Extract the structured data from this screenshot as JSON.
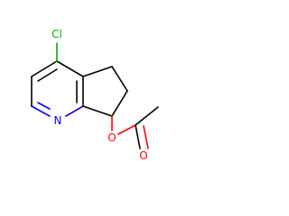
{
  "molecule": {
    "atoms": {
      "chlorine": "Cl",
      "nitrogen": "N",
      "ester_oxygen": "O",
      "carbonyl_oxygen": "O"
    },
    "colors": {
      "carbon_bond": "#000000",
      "nitrogen": "#0000ff",
      "oxygen": "#ff0000",
      "chlorine": "#00b000",
      "background": "#ffffff"
    }
  }
}
